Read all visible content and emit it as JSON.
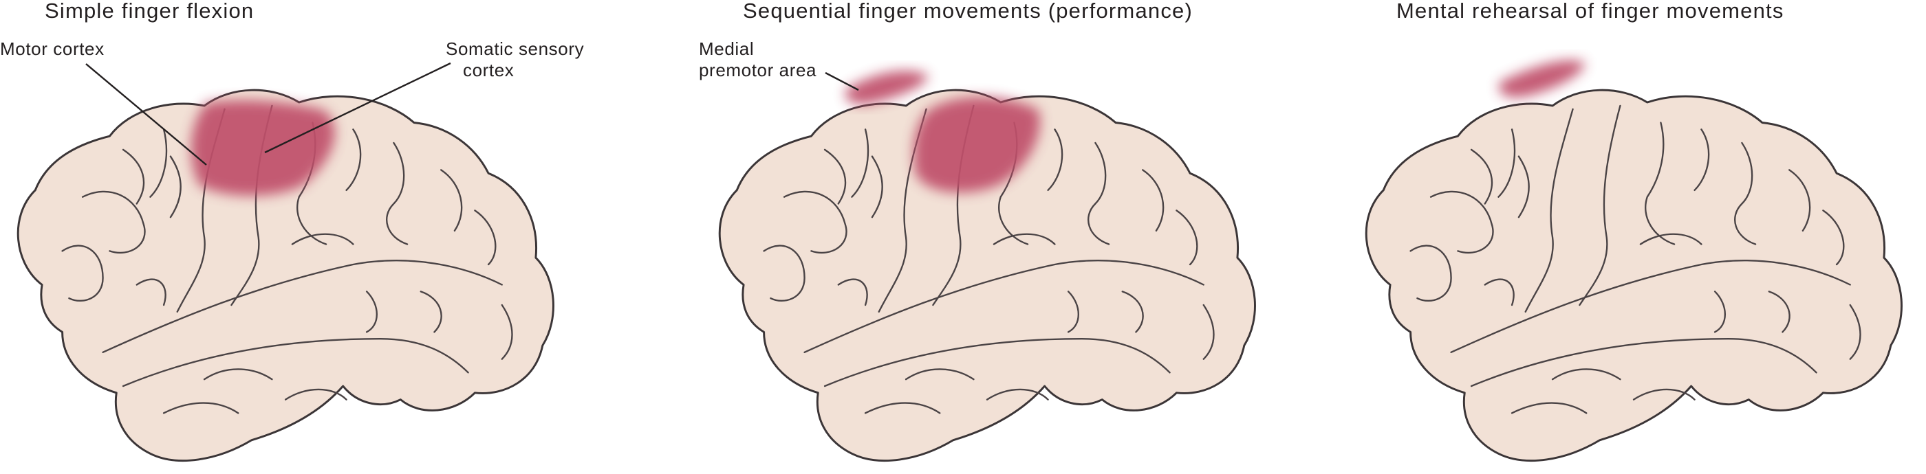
{
  "colors": {
    "brain": "#f2e1d6",
    "activation": "#c0506a",
    "outline": "#3b3537"
  },
  "panels": [
    {
      "title": "Simple finger flexion",
      "labels": {
        "motor": "Motor cortex",
        "somatic_1": "Somatic sensory",
        "somatic_2": "cortex"
      }
    },
    {
      "title": "Sequential finger movements (performance)",
      "labels": {
        "premotor_1": "Medial",
        "premotor_2": "premotor area"
      }
    },
    {
      "title": "Mental rehearsal of finger movements",
      "labels": {}
    }
  ]
}
